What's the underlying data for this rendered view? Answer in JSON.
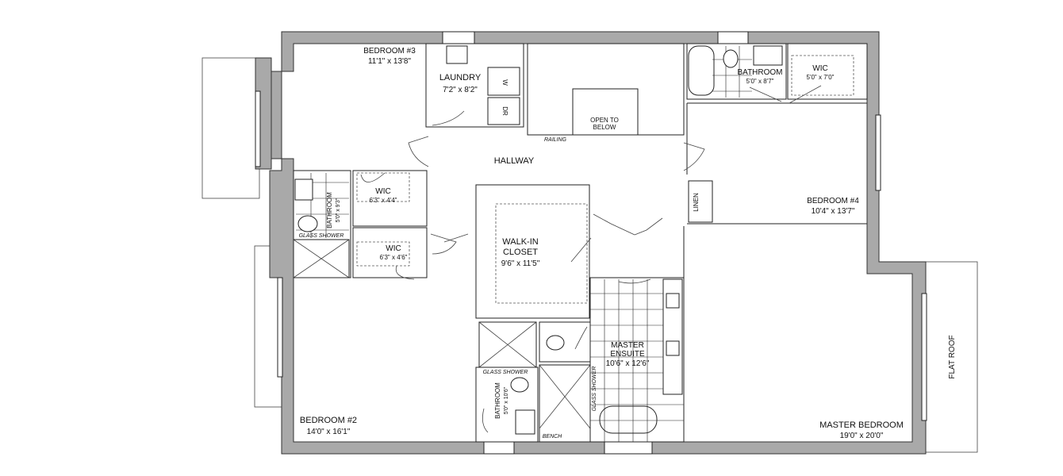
{
  "rooms": {
    "bedroom3": {
      "name": "BEDROOM #3",
      "size": "11'1\" x 13'8\""
    },
    "laundry": {
      "name": "LAUNDRY",
      "size": "7'2\" x 8'2\"",
      "washer": "W",
      "dryer": "DR"
    },
    "open_to_below": {
      "line1": "OPEN TO",
      "line2": "BELOW"
    },
    "railing": "RAILING",
    "hallway": "HALLWAY",
    "bathroom_top": {
      "name": "BATHROOM",
      "size": "5'0\" x 8'7\""
    },
    "wic_top": {
      "name": "WIC",
      "size": "5'0\" x 7'0\""
    },
    "bedroom4": {
      "name": "BEDROOM #4",
      "size": "10'4\" x 13'7\""
    },
    "linen": "LINEN",
    "bathroom_left": {
      "name": "BATHROOM",
      "size": "5'0\" x 9'3\"",
      "shower": "GLASS SHOWER"
    },
    "wic_left_upper": {
      "name": "WIC",
      "size": "6'3\" x 4'4\""
    },
    "wic_left_lower": {
      "name": "WIC",
      "size": "6'3\" x 4'6\""
    },
    "walkin": {
      "line1": "WALK-IN",
      "line2": "CLOSET",
      "size": "9'6\" x 11'5\""
    },
    "bedroom2": {
      "name": "BEDROOM #2",
      "size": "14'0\" x 16'1\""
    },
    "bathroom_lower": {
      "name": "BATHROOM",
      "size": "5'0\" x 10'6\"",
      "shower": "GLASS SHOWER"
    },
    "bench": "BENCH",
    "ensuite_shower": "GLASS SHOWER",
    "ensuite": {
      "line1": "MASTER",
      "line2": "ENSUITE",
      "size": "10'6\" x 12'6\""
    },
    "master": {
      "name": "MASTER BEDROOM",
      "size": "19'0\" x 20'0\""
    },
    "flat_roof": "FLAT ROOF"
  },
  "colors": {
    "wall": "#a9a9a9",
    "line": "#222222",
    "background": "#ffffff"
  }
}
